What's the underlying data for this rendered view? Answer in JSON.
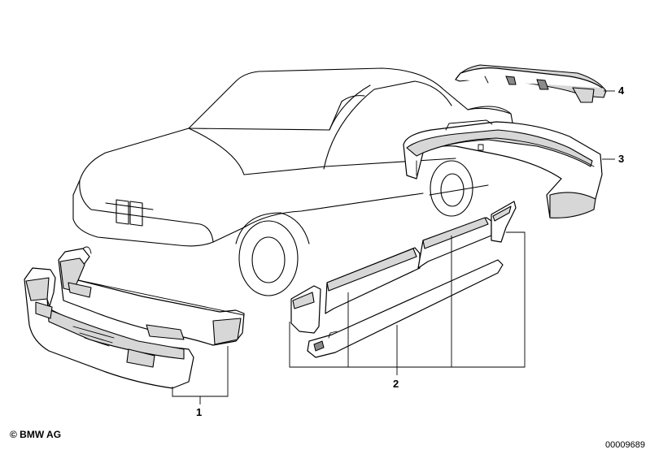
{
  "callouts": {
    "c1": "1",
    "c2": "2",
    "c3": "3",
    "c4": "4"
  },
  "footer": {
    "copyright": "© BMW AG",
    "image_code": "00009689"
  }
}
